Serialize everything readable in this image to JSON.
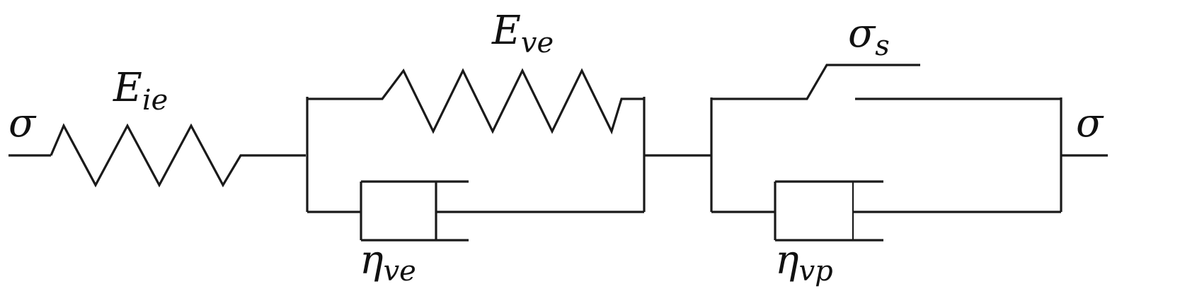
{
  "labels": {
    "stress_left": "σ",
    "stress_right": "σ",
    "ie_spring": {
      "symbol": "E",
      "subscript": "ie"
    },
    "ve_spring": {
      "symbol": "E",
      "subscript": "ve"
    },
    "ve_dashpot": {
      "symbol": "η",
      "subscript": "ve"
    },
    "vp_dashpot": {
      "symbol": "η",
      "subscript": "vp"
    },
    "slider": {
      "symbol": "σ",
      "subscript": "s"
    }
  },
  "colors": {
    "line": "#1a1a1a",
    "text": "#111111",
    "background": "#ffffff"
  }
}
